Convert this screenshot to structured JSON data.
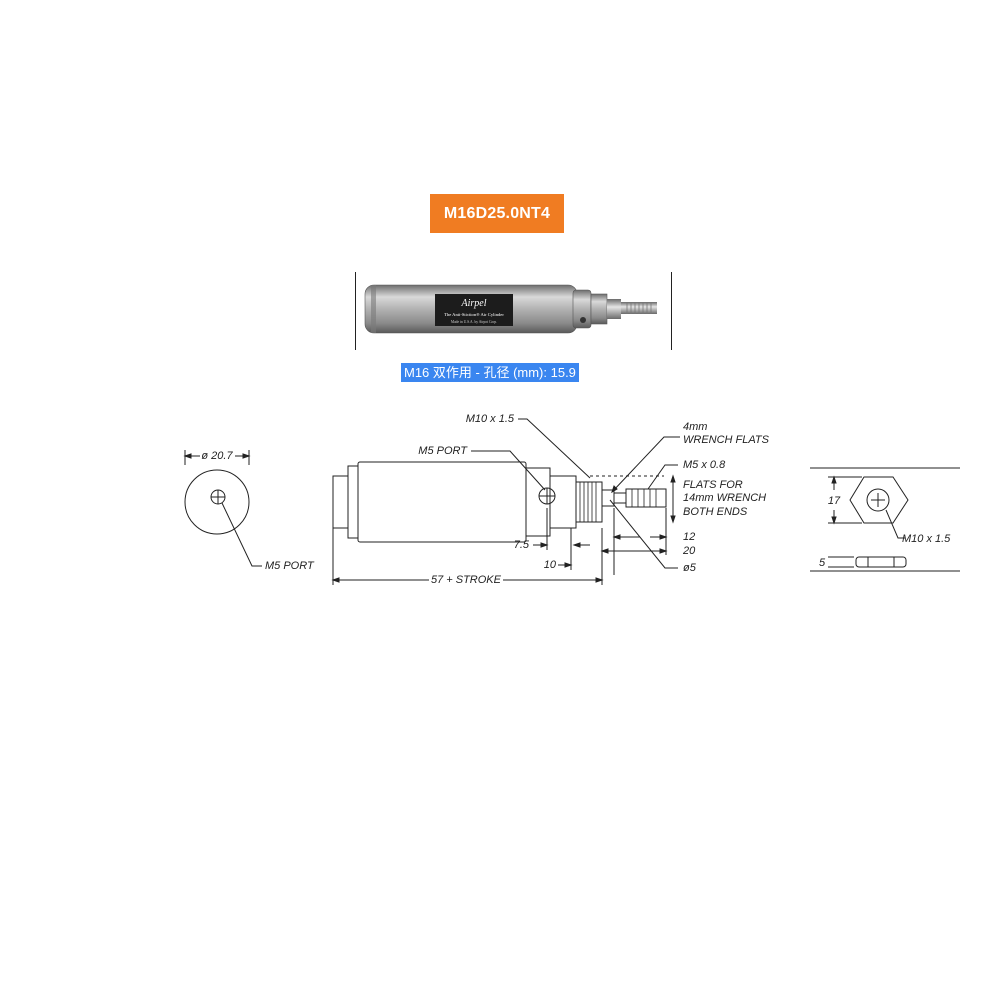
{
  "product": {
    "model": "M16D25.0NT4",
    "caption": "M16 双作用 - 孔径 (mm): 15.9",
    "accent_color": "#f07c22",
    "caption_bg": "#3a86f0"
  },
  "photo": {
    "brand": "Airpel",
    "tagline": "The Anti-Stiction® Air Cylinder",
    "made_in": "Made in U.S.A. by Airpot Corp."
  },
  "drawing": {
    "end_view": {
      "diameter": "ø 20.7",
      "port": "M5 PORT"
    },
    "side_view": {
      "thread": "M10 x 1.5",
      "port": "M5 PORT",
      "wrench_flats": [
        "4mm",
        "WRENCH FLATS"
      ],
      "rod_thread": "M5 x 0.8",
      "flats_note": [
        "FLATS FOR",
        "14mm WRENCH",
        "BOTH ENDS"
      ],
      "dim_7_5": "7.5",
      "dim_10": "10",
      "dim_12": "12",
      "dim_20": "20",
      "rod_dia": "ø5",
      "length": "57 + STROKE"
    },
    "nut_view": {
      "height": "17",
      "thread": "M10 x 1.5",
      "thickness": "5"
    }
  }
}
